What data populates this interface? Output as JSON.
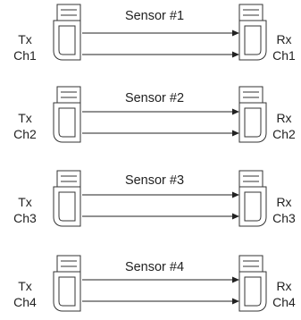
{
  "sensors": [
    {
      "title": "Sensor #1",
      "tx": "Tx",
      "tx_ch": "Ch1",
      "rx": "Rx",
      "rx_ch": "Ch1"
    },
    {
      "title": "Sensor #2",
      "tx": "Tx",
      "tx_ch": "Ch2",
      "rx": "Rx",
      "rx_ch": "Ch2"
    },
    {
      "title": "Sensor #3",
      "tx": "Tx",
      "tx_ch": "Ch3",
      "rx": "Rx",
      "rx_ch": "Ch3"
    },
    {
      "title": "Sensor #4",
      "tx": "Tx",
      "tx_ch": "Ch4",
      "rx": "Rx",
      "rx_ch": "Ch4"
    }
  ]
}
